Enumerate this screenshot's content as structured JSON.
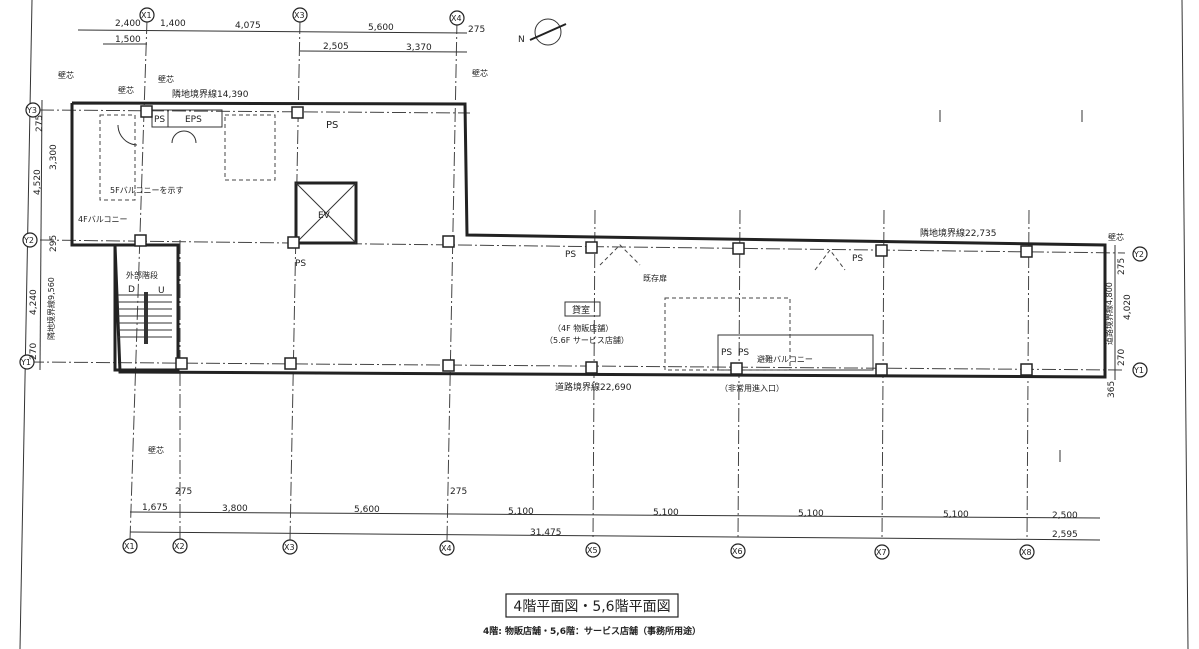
{
  "title": "4階平面図・5,6階平面図",
  "subtitle": "4階: 物販店舗・5,6階：サービス店舗（事務所用途）",
  "grid_labels": {
    "x": [
      "X1",
      "X2",
      "X3",
      "X4",
      "X5",
      "X6",
      "X7",
      "X8"
    ],
    "y": [
      "Y1",
      "Y2",
      "Y3"
    ]
  },
  "top_dims": {
    "row1": [
      "2,400",
      "1,400",
      "4,075",
      "5,600",
      "275"
    ],
    "row2": [
      "1,500",
      "2,505",
      "3,370"
    ]
  },
  "left_dims": [
    "275",
    "3,300",
    "4,520",
    "295",
    "4,240",
    "270"
  ],
  "left_boundary": "隣地境界線9,560",
  "right_dims": [
    "275",
    "4,020",
    "270",
    "365"
  ],
  "right_boundary": "道路境界線4,800",
  "bottom_dims": {
    "row1": [
      "1,675",
      "3,800",
      "5,600",
      "5,100",
      "5,100",
      "5,100",
      "5,100",
      "2,500"
    ],
    "row2": [
      "31,475",
      "2,595"
    ],
    "offsets": [
      "275",
      "275"
    ]
  },
  "labels": {
    "north_boundary_1": "隣地境界線14,390",
    "north_boundary_2": "隣地境界線22,735",
    "road_boundary": "道路境界線22,690",
    "wall_center": "壁芯",
    "ps": "PS",
    "eps": "EPS",
    "ev": "EV",
    "balcony_5f": "5Fバルコニーを示す",
    "balcony_4f": "4Fバルコニー",
    "ext_stair": "外部階段",
    "down": "D",
    "up": "U",
    "existing_door": "既存扉",
    "rental_room": "貸室",
    "use_4f": "（4F 物販店舗）",
    "use_56f": "（5.6F サービス店舗）",
    "evac_balcony": "避難バルコニー",
    "emergency_entry": "（非常用進入口）",
    "north": "N"
  }
}
